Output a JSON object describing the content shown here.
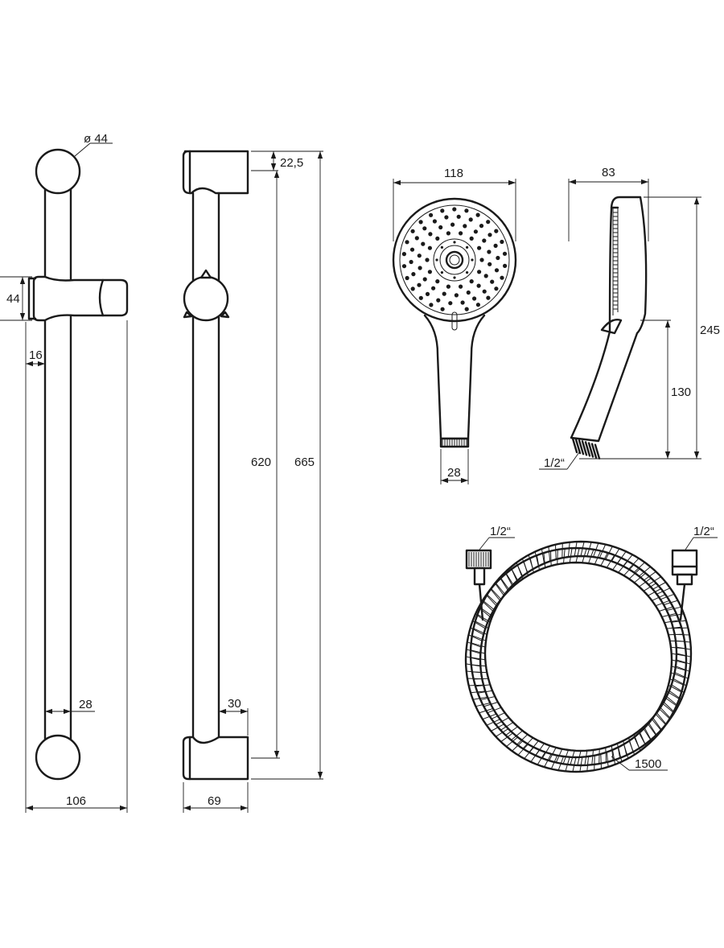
{
  "dimensions": {
    "bar_diameter": "ø 44",
    "slider_height": "44",
    "offset_16": "16",
    "tube_28": "28",
    "base_106": "106",
    "top_22_5": "22,5",
    "length_620": "620",
    "length_665": "665",
    "clear_30": "30",
    "depth_69": "69",
    "head_width_118": "118",
    "connector_28": "28",
    "head_depth_83": "83",
    "head_len_245": "245",
    "handle_130": "130",
    "thread_head": "1/2“",
    "hose_thread_left": "1/2“",
    "hose_thread_right": "1/2“",
    "hose_length": "1500"
  },
  "icons": {
    "front_bar": "shower-rail-front-icon",
    "side_bar": "shower-rail-side-icon",
    "hand_shower_front": "hand-shower-front-icon",
    "hand_shower_side": "hand-shower-side-icon",
    "hose": "coiled-hose-icon"
  }
}
